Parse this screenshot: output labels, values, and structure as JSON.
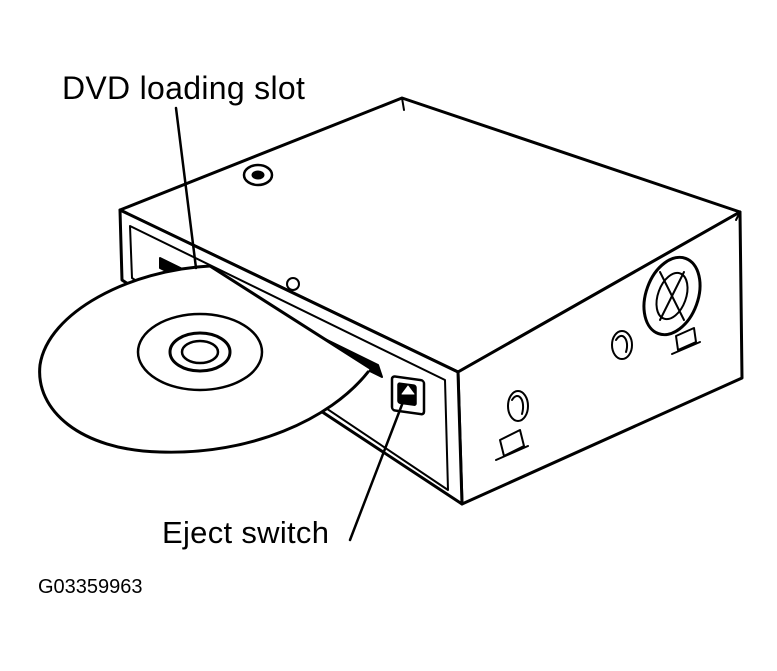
{
  "diagram": {
    "labels": {
      "dvd_loading_slot": "DVD loading slot",
      "eject_switch": "Eject switch",
      "figure_code": "G03359963"
    }
  }
}
